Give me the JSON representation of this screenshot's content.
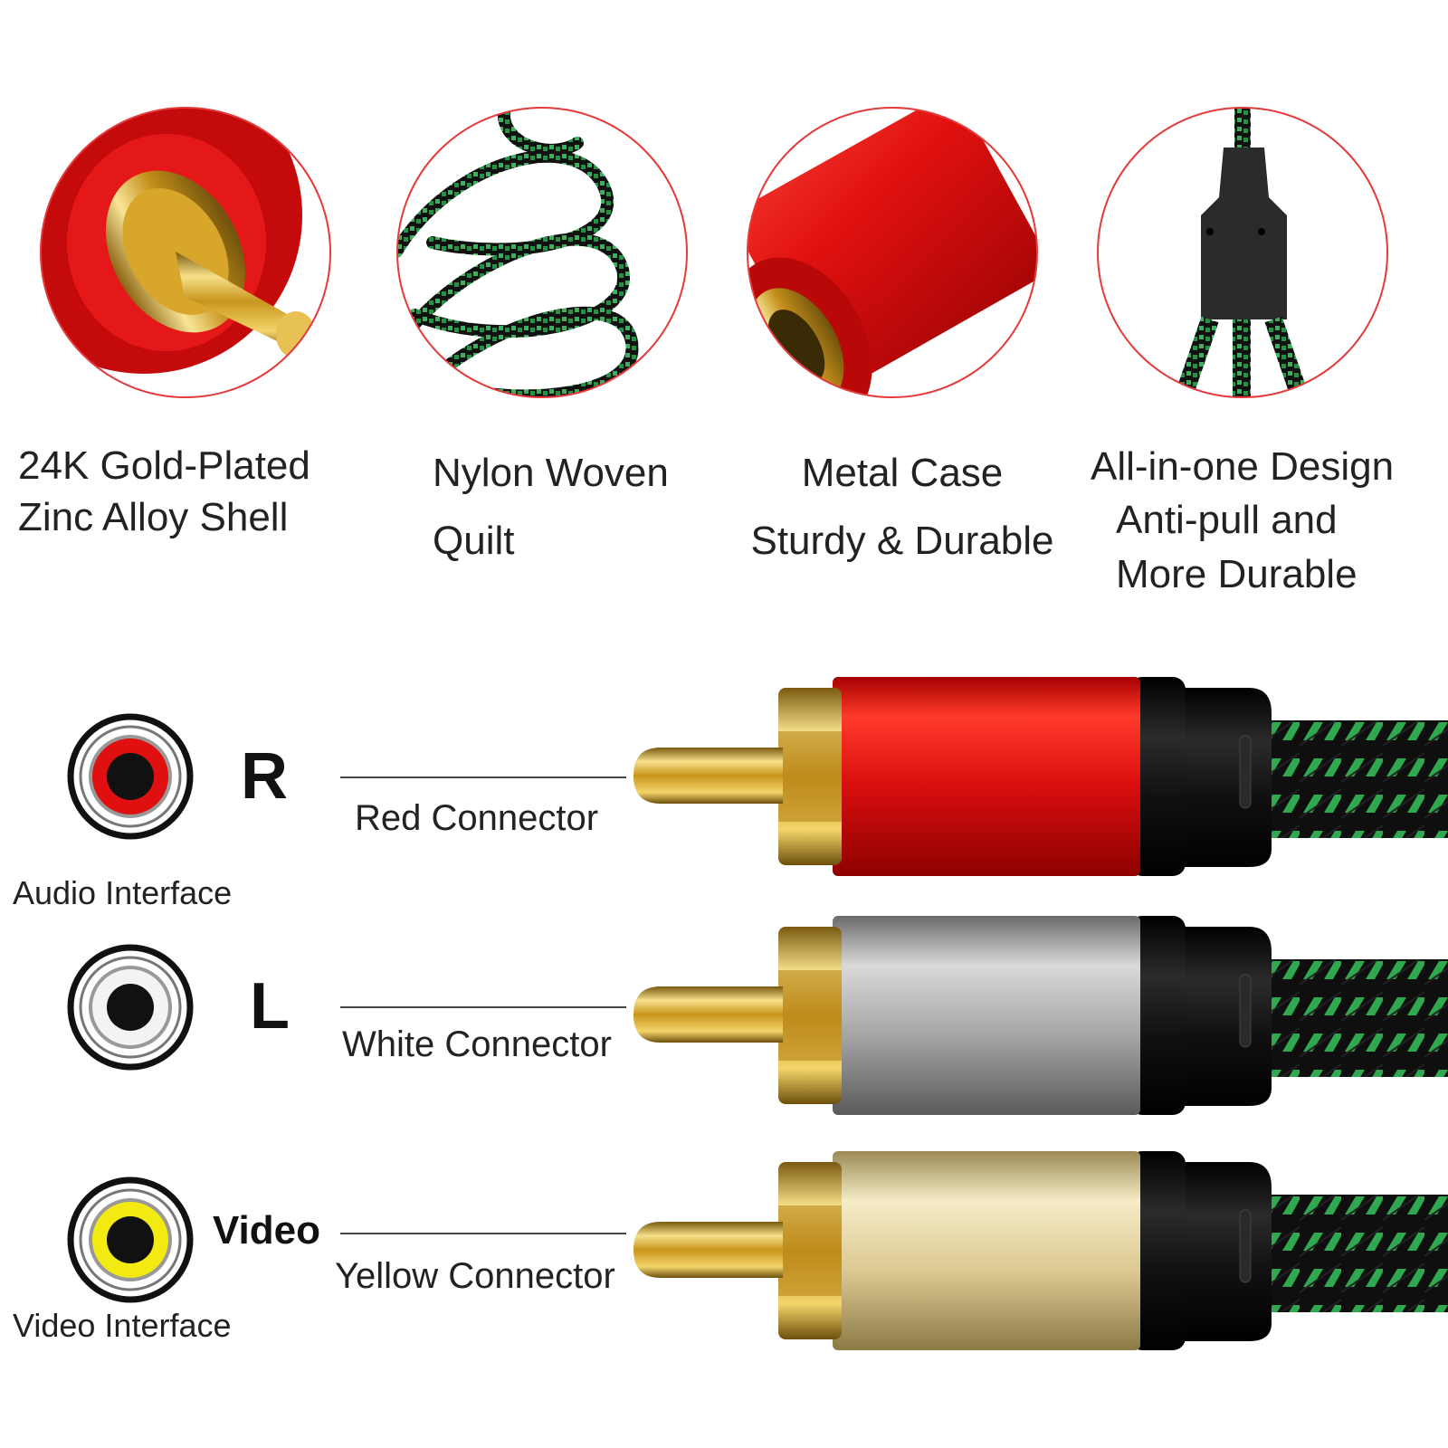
{
  "features": [
    {
      "id": "gold",
      "icon": "gold-plated-plug-closeup",
      "lines": [
        "24K Gold-Plated",
        "Zinc Alloy Shell"
      ]
    },
    {
      "id": "nylon",
      "icon": "braided-nylon-cable-coil",
      "lines": [
        "Nylon Woven",
        "Quilt"
      ]
    },
    {
      "id": "metal",
      "icon": "red-metal-case-closeup",
      "lines": [
        "Metal Case",
        "Sturdy & Durable"
      ]
    },
    {
      "id": "allinone",
      "icon": "y-splitter-cable-closeup",
      "lines": [
        "All-in-one Design",
        "Anti-pull and",
        "More Durable"
      ]
    }
  ],
  "connectors": [
    {
      "letter": "R",
      "label": "Red Connector",
      "interface_label": "Audio Interface",
      "color": "#d90f0f",
      "ring_color": "#e01010"
    },
    {
      "letter": "L",
      "label": "White Connector",
      "interface_label": "",
      "color": "#a9a9a9",
      "ring_color": "#ffffff"
    },
    {
      "letter": "Video",
      "label": "Yellow Connector",
      "interface_label": "Video Interface",
      "color": "#e6d49a",
      "ring_color": "#f2ea10"
    }
  ],
  "colors": {
    "accent_red": "#d90f0f",
    "gold": "#d4a72c",
    "braid_green": "#2fa84f",
    "braid_black": "#111111",
    "circle_outline": "#e53a3a"
  }
}
